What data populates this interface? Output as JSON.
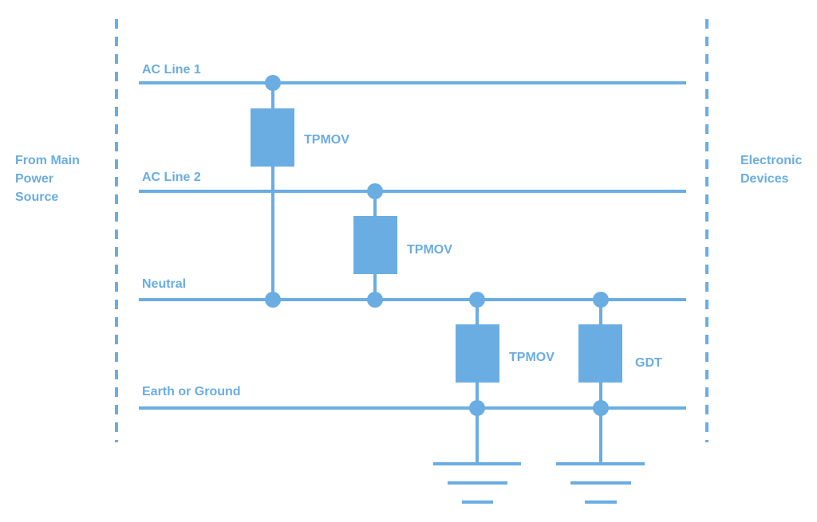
{
  "colors": {
    "line": "#6aade3",
    "text": "#6aade3",
    "background": "#ffffff"
  },
  "left_boundary": {
    "label_lines": [
      "From Main",
      "Power",
      "Source"
    ]
  },
  "right_boundary": {
    "label_lines": [
      "Electronic",
      "Devices"
    ]
  },
  "conductors": [
    {
      "id": "ac1",
      "label": "AC Line 1"
    },
    {
      "id": "ac2",
      "label": "AC Line 2"
    },
    {
      "id": "neutral",
      "label": "Neutral"
    },
    {
      "id": "ground",
      "label": "Earth or Ground"
    }
  ],
  "components": [
    {
      "label": "TPMOV",
      "from": "ac1",
      "to": "neutral"
    },
    {
      "label": "TPMOV",
      "from": "ac2",
      "to": "neutral"
    },
    {
      "label": "TPMOV",
      "from": "neutral",
      "to": "ground",
      "earth_symbol": true
    },
    {
      "label": "GDT",
      "from": "neutral",
      "to": "ground",
      "earth_symbol": true
    }
  ]
}
